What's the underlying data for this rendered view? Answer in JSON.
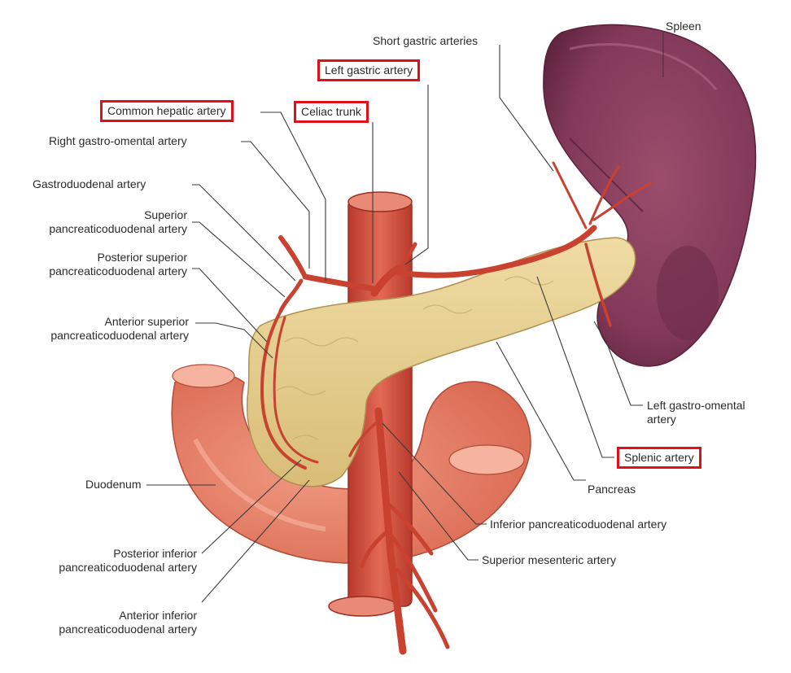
{
  "colors": {
    "highlight_box": "#e0101a",
    "spleen": "#8a3e5a",
    "pancreas": "#e6cf8e",
    "duodenum": "#e7836a",
    "artery": "#c9412f"
  },
  "labels": {
    "short_gastric": "Short gastric arteries",
    "spleen": "Spleen",
    "left_gastric": "Left gastric artery",
    "common_hepatic": "Common hepatic artery",
    "celiac_trunk": "Celiac trunk",
    "right_gastro_omental": "Right gastro-omental artery",
    "gastroduodenal": "Gastroduodenal artery",
    "superior_pd": [
      "Superior",
      "pancreaticoduodenal artery"
    ],
    "posterior_superior_pd": [
      "Posterior superior",
      "pancreaticoduodenal artery"
    ],
    "anterior_superior_pd": [
      "Anterior superior",
      "pancreaticoduodenal artery"
    ],
    "duodenum": "Duodenum",
    "posterior_inferior_pd": [
      "Posterior inferior",
      "pancreaticoduodenal artery"
    ],
    "anterior_inferior_pd": [
      "Anterior inferior",
      "pancreaticoduodenal artery"
    ],
    "left_gastro_omental": [
      "Left gastro-omental",
      "artery"
    ],
    "splenic": "Splenic artery",
    "pancreas": "Pancreas",
    "inferior_pd": "Inferior pancreaticoduodenal artery",
    "superior_mesenteric": "Superior mesenteric artery"
  }
}
